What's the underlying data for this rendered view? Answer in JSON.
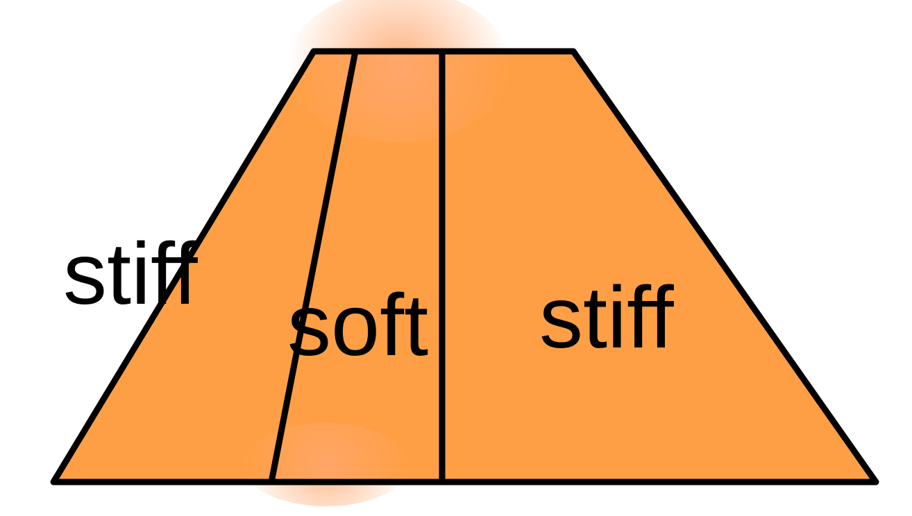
{
  "diagram": {
    "regions": [
      {
        "label": "stiff"
      },
      {
        "label": "soft"
      },
      {
        "label": "stiff"
      }
    ],
    "colors": {
      "fill": "#FF9F45",
      "highlight": "#FFA870",
      "outline": "#000000",
      "background": "#FFFFFF"
    }
  }
}
